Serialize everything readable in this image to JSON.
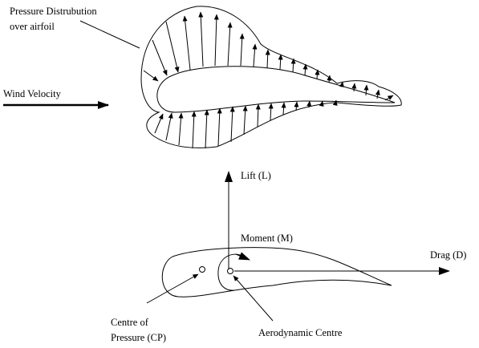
{
  "labels": {
    "pressure_line1": "Pressure  Distrubution",
    "pressure_line2": "over airfoil",
    "wind_velocity": "Wind Velocity",
    "lift": "Lift (L)",
    "moment": "Moment  (M)",
    "drag": "Drag (D)",
    "cp_line1": "Centre of",
    "cp_line2": "Pressure  (CP)",
    "aerodynamic_centre": "Aerodynamic  Centre"
  }
}
